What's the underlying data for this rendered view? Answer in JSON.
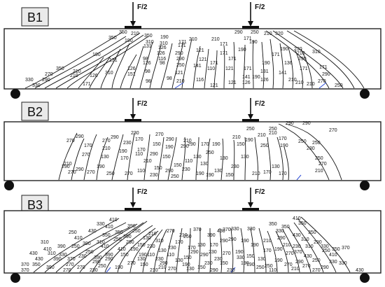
{
  "beams": [
    {
      "tag": "B1",
      "loads": [
        "F/2",
        "F/2"
      ],
      "crack_labels": [
        "350",
        "210",
        "350",
        "190",
        "350",
        "310",
        "290",
        "250",
        "210",
        "320",
        "171",
        "310",
        "126",
        "210",
        "121",
        "210",
        "171",
        "171",
        "190",
        "131",
        "126",
        "171",
        "171",
        "190",
        "230",
        "210",
        "290",
        "190",
        "131",
        "98",
        "116",
        "290",
        "121",
        "190",
        "171",
        "136",
        "190",
        "126",
        "290",
        "126",
        "98",
        "250",
        "171",
        "141",
        "110",
        "171",
        "190",
        "310",
        "171",
        "350",
        "121",
        "98",
        "171",
        "210",
        "141",
        "131",
        "171",
        "290",
        "330",
        "270",
        "210",
        "126",
        "151",
        "121",
        "126",
        "116",
        "141",
        "310",
        "330",
        "290",
        "171",
        "190",
        "121",
        "210",
        "210",
        "98",
        "98",
        "121",
        "126",
        "210",
        "210",
        "270",
        "250"
      ]
    },
    {
      "tag": "B2",
      "loads": [
        "F/2",
        "F/2"
      ],
      "crack_labels": [
        "290",
        "270",
        "290",
        "270",
        "230",
        "210",
        "230",
        "170",
        "190",
        "270",
        "290",
        "210",
        "290",
        "190",
        "170",
        "290",
        "190",
        "150",
        "190",
        "210",
        "210",
        "250",
        "250",
        "210",
        "170",
        "170",
        "150",
        "110",
        "270",
        "130",
        "170",
        "290",
        "250",
        "130",
        "130",
        "150",
        "130",
        "290",
        "110",
        "230",
        "290",
        "190",
        "210",
        "150",
        "130",
        "290",
        "270",
        "230",
        "270",
        "150",
        "250",
        "270",
        "250",
        "230",
        "190",
        "130",
        "110",
        "190",
        "150",
        "210",
        "170",
        "290",
        "250",
        "250",
        "130",
        "210",
        "170",
        "250",
        "170",
        "190",
        "290",
        "270",
        "230",
        "250",
        "270",
        "210"
      ]
    },
    {
      "tag": "B3",
      "loads": [
        "F/2",
        "F/2"
      ],
      "crack_labels": [
        "410",
        "390",
        "350",
        "430",
        "410",
        "250",
        "270",
        "330",
        "330",
        "410",
        "350",
        "370",
        "430",
        "390",
        "430",
        "330",
        "310",
        "210",
        "250",
        "290",
        "390",
        "310",
        "310",
        "290",
        "290",
        "290",
        "190",
        "130",
        "390",
        "250",
        "410",
        "230",
        "170",
        "150",
        "310",
        "190",
        "110",
        "410",
        "330",
        "250",
        "430",
        "190",
        "230",
        "150",
        "390",
        "230",
        "230",
        "170",
        "190",
        "290",
        "270",
        "250",
        "270",
        "150",
        "130",
        "230",
        "250",
        "430",
        "290",
        "130",
        "190",
        "370",
        "370",
        "350",
        "290",
        "270",
        "290",
        "270",
        "150",
        "190",
        "410",
        "390",
        "290",
        "430",
        "270",
        "210",
        "390",
        "350",
        "370",
        "150",
        "270",
        "190",
        "130",
        "250",
        "330",
        "330",
        "210",
        "290",
        "230",
        "110",
        "210",
        "270",
        "230",
        "310",
        "250",
        "230",
        "130",
        "350",
        "210",
        "390",
        "290",
        "170",
        "190",
        "210",
        "130",
        "370",
        "350",
        "190",
        "170",
        "110",
        "250",
        "190",
        "330",
        "210",
        "150",
        "410",
        "350",
        "290",
        "270",
        "230",
        "330",
        "190",
        "150",
        "130",
        "230",
        "370",
        "270",
        "410",
        "250",
        "430",
        "390",
        "370",
        "350",
        "330",
        "310",
        "290",
        "270",
        "250"
      ]
    }
  ]
}
